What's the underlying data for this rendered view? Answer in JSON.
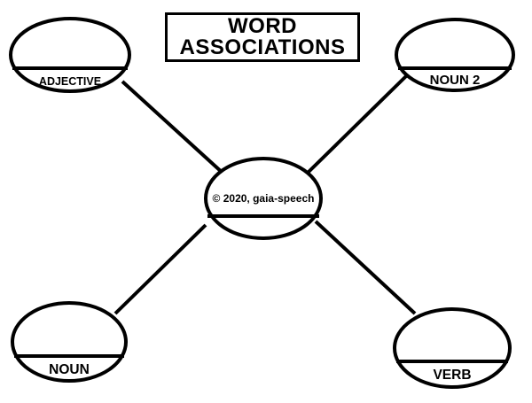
{
  "title": {
    "line1": "WORD",
    "line2": "ASSOCIATIONS"
  },
  "center": {
    "label": "© 2020, gaia-speech"
  },
  "nodes": {
    "adjective": {
      "label": "ADJECTIVE"
    },
    "noun2": {
      "label": "NOUN 2"
    },
    "noun": {
      "label": "NOUN"
    },
    "verb": {
      "label": "VERB"
    }
  },
  "colors": {
    "stroke": "#000000",
    "background": "#ffffff"
  }
}
